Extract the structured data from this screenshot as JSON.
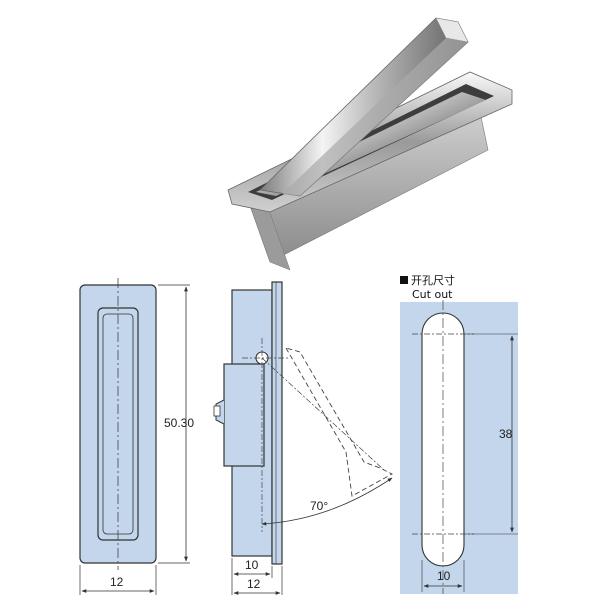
{
  "product": {
    "name": "recessed-flush-pull-handle"
  },
  "front_view": {
    "height_label": "50.30",
    "width_label": "12"
  },
  "side_view": {
    "inner_width_label": "10",
    "outer_width_label": "12",
    "angle_label": "70°"
  },
  "cutout_view": {
    "title_cn": "开孔尺寸",
    "title_en": "Cut out",
    "length_label": "38",
    "width_label": "10"
  },
  "colors": {
    "panel_fill": "#c3d6ec",
    "line": "#333333",
    "metal_light": "#f2f2f2",
    "metal_dark": "#6f6f6f"
  }
}
